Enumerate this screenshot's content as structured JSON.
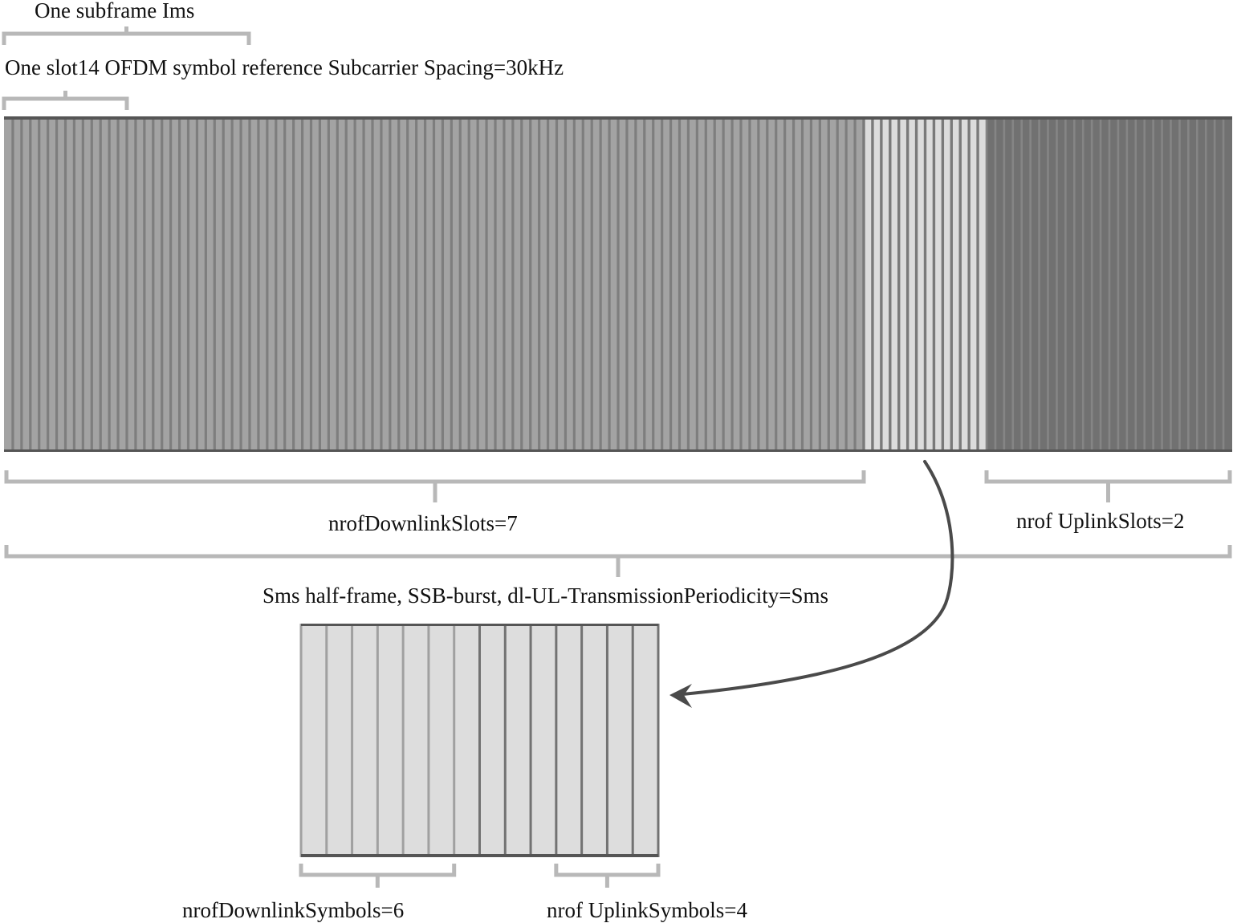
{
  "labels": {
    "subframe": "One subframe Ims",
    "slot": "One slot14 OFDM symbol reference Subcarrier Spacing=30kHz",
    "downlink_slots": "nrofDownlinkSlots=7",
    "uplink_slots": "nrof UplinkSlots=2",
    "half_frame": "Sms half-frame, SSB-burst, dl-UL-TransmissionPeriodicity=Sms",
    "downlink_symbols": "nrofDownlinkSymbols=6",
    "uplink_symbols": "nrof UplinkSymbols=4"
  },
  "frame": {
    "total_slots": 10,
    "symbols_per_slot": 14,
    "downlink_slots": 7,
    "special_slots": 1,
    "uplink_slots": 2
  },
  "special_slot": {
    "symbols": 14,
    "downlink_symbols": 6,
    "uplink_symbols": 4
  },
  "colors": {
    "downlink": "#a3a3a3",
    "downlink_divider": "#7e7e7e",
    "special": "#dcdcdc",
    "special_divider": "#7a7a7a",
    "uplink": "#717171",
    "uplink_divider": "#858585",
    "bar_edge": "#555555",
    "bracket": "#b8b8b8",
    "arrow": "#4a4a4a",
    "detail_fill": "#dddddd",
    "detail_divider_light": "#a0a0a0",
    "detail_divider_dark": "#727272"
  }
}
